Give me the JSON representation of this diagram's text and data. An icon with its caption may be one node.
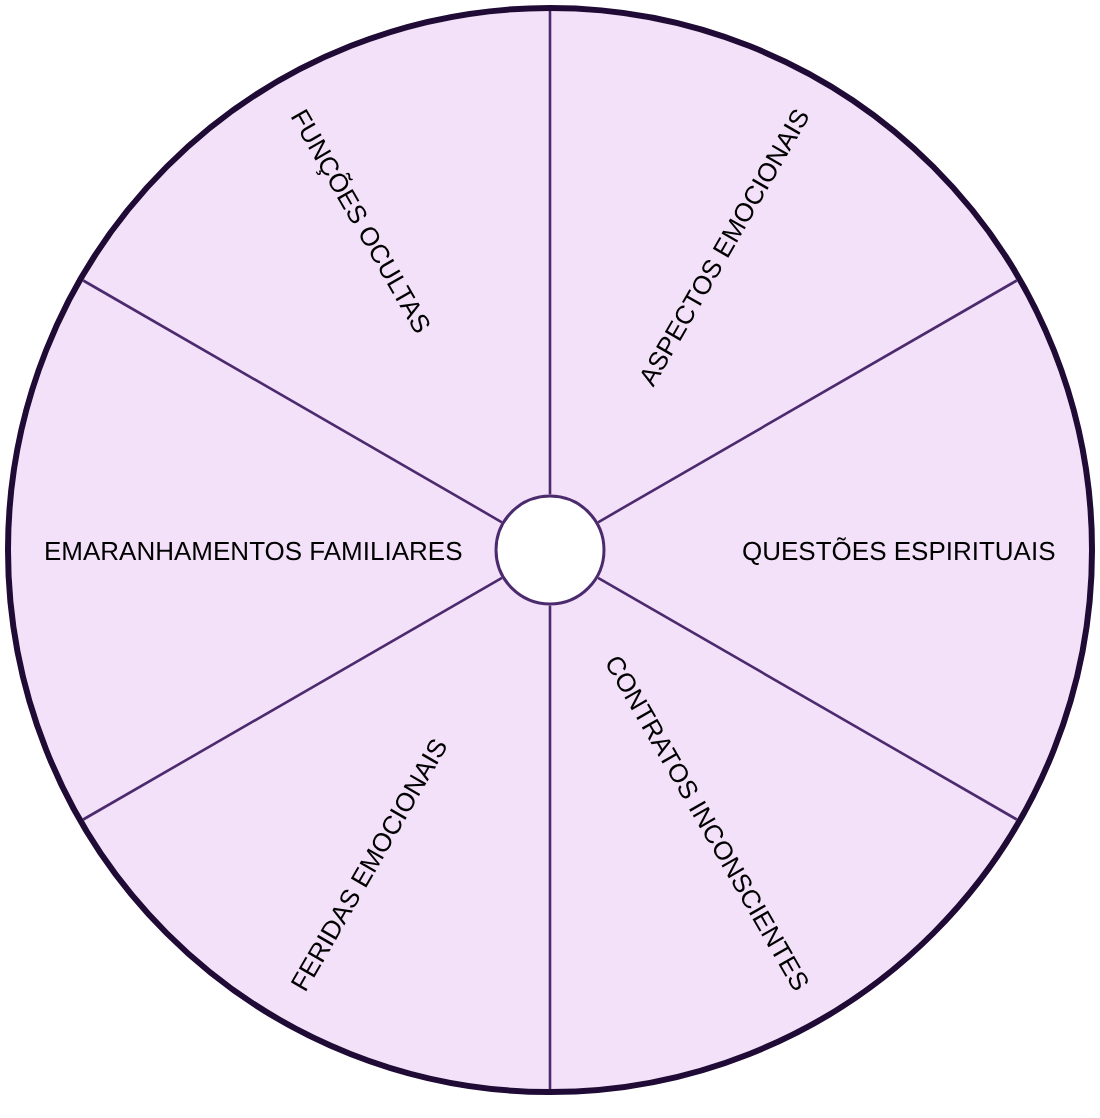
{
  "diagram": {
    "nodes": [
      {
        "text": [
          "FUNÇÕES OCULTAS"
        ]
      },
      {
        "text": [
          "ASPECTOS EMOCIONAIS"
        ]
      },
      {
        "text": [
          "EMARANHAMENTOS FAMILIARES"
        ]
      },
      {
        "text": [],
        "shape": "circle"
      },
      {
        "text": [
          "QUESTÕES ESPIRITUAIS"
        ]
      },
      {
        "text": [
          "FERIDAS EMOCIONAIS"
        ]
      },
      {
        "text": [
          "CONTRATOS INCONSCIENTES"
        ]
      }
    ]
  }
}
